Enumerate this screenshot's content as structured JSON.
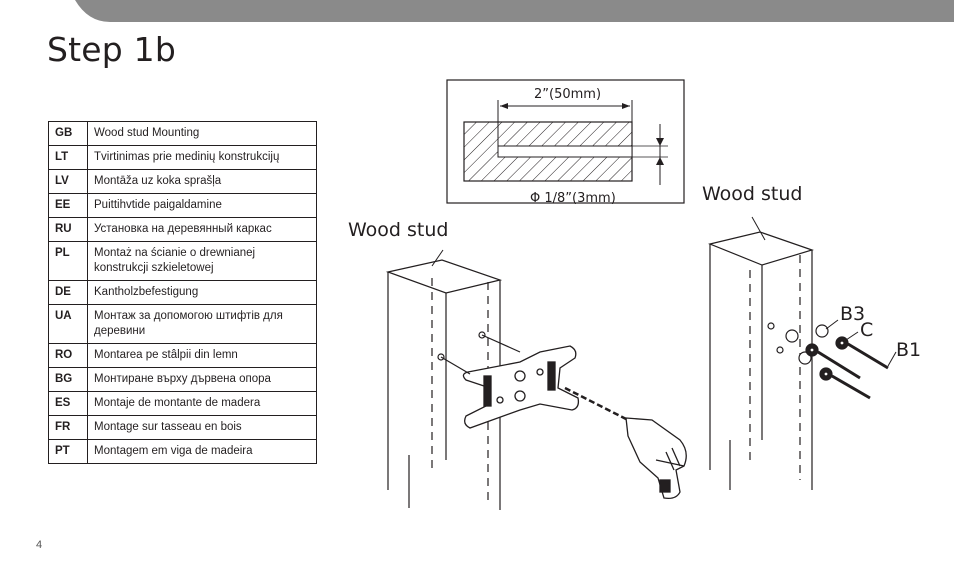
{
  "page": {
    "title": "Step 1b",
    "page_number": "4"
  },
  "languages": [
    {
      "code": "GB",
      "text": "Wood stud Mounting"
    },
    {
      "code": "LT",
      "text": "Tvirtinimas prie medinių konstrukcijų"
    },
    {
      "code": "LV",
      "text": "Montāža uz koka sprašļa"
    },
    {
      "code": "EE",
      "text": "Puittihvtide paigaldamine"
    },
    {
      "code": "RU",
      "text": "Установка на деревянный каркас"
    },
    {
      "code": "PL",
      "text": "Montaż na ścianie o drewnianej konstrukcji szkieletowej"
    },
    {
      "code": "DE",
      "text": "Kantholzbefestigung"
    },
    {
      "code": "UA",
      "text": "Монтаж за допомогою штифтів для деревини"
    },
    {
      "code": "RO",
      "text": "Montarea pe stâlpii din lemn"
    },
    {
      "code": "BG",
      "text": "Монтиране върху дървена опора"
    },
    {
      "code": "ES",
      "text": "Montaje de montante de madera"
    },
    {
      "code": "FR",
      "text": "Montage sur tasseau en bois"
    },
    {
      "code": "PT",
      "text": "Montagem em viga de madeira"
    }
  ],
  "figure": {
    "depth_label": "2”(50mm)",
    "diameter_label": "Φ 1/8”(3mm)",
    "left_stud_label": "Wood stud",
    "right_stud_label": "Wood stud",
    "part_b3": "B3",
    "part_c": "C",
    "part_b1": "B1"
  },
  "colors": {
    "band": "#8a8a8a",
    "text": "#231f20"
  }
}
